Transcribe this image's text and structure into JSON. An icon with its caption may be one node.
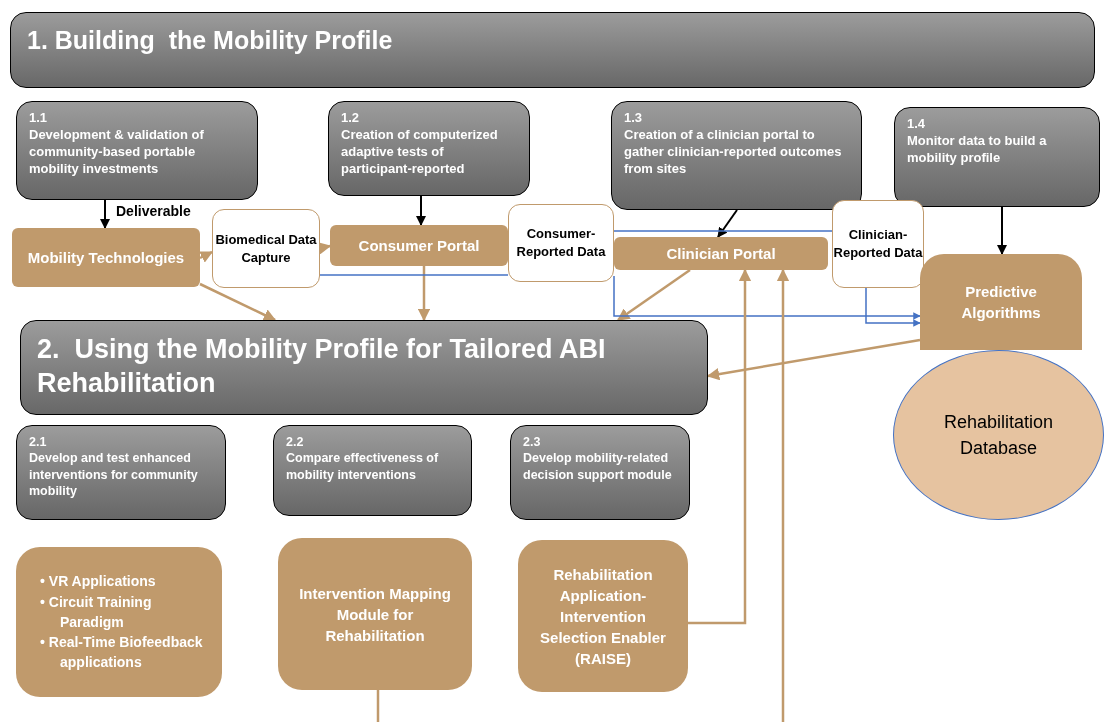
{
  "diagram": {
    "nodes": [
      {
        "text": [
          "1. Building  the Mobility Profile"
        ]
      },
      {
        "text": [
          "1.1",
          "Development & validation of community-based portable mobility investments"
        ]
      },
      {
        "text": [
          "1.2",
          "Creation of computerized adaptive tests of participant-reported"
        ]
      },
      {
        "text": [
          "1.3",
          "Creation of a clinician portal to gather clinician-reported outcomes from sites"
        ]
      },
      {
        "text": [
          "1.4",
          "Monitor data to build a mobility profile"
        ]
      },
      {
        "text": [
          "Mobility Technologies"
        ]
      },
      {
        "text": [
          "Biomedical Data Capture"
        ]
      },
      {
        "text": [
          "Consumer Portal"
        ]
      },
      {
        "text": [
          "Consumer-Reported Data"
        ]
      },
      {
        "text": [
          "Clinician Portal"
        ]
      },
      {
        "text": [
          "Clinician-Reported Data"
        ]
      },
      {
        "text": [
          "Predictive Algorithms"
        ]
      },
      {
        "text": [
          "Rehabilitation Database"
        ]
      },
      {
        "text": [
          "2.  Using the Mobility Profile for Tailored ABI Rehabilitation"
        ]
      },
      {
        "text": [
          "2.1",
          "Develop and test enhanced  interventions for community mobility"
        ]
      },
      {
        "text": [
          "2.2",
          "Compare effectiveness of mobility interventions"
        ]
      },
      {
        "text": [
          "2.3",
          "Develop mobility-related decision support module"
        ]
      },
      {
        "text": [
          "• VR Applications",
          "• Circuit Training Paradigm",
          "• Real-Time Biofeedback applications"
        ]
      },
      {
        "text": [
          "Intervention Mapping Module for Rehabilitation"
        ]
      },
      {
        "text": [
          "Rehabilitation Application-Intervention Selection Enabler (RAISE)"
        ]
      }
    ],
    "edges": [
      {
        "from": 1,
        "to": 5,
        "arrow": "to",
        "label": "Deliverable",
        "color": "#000000"
      },
      {
        "from": 2,
        "to": 7,
        "arrow": "to",
        "color": "#000000"
      },
      {
        "from": 3,
        "to": 9,
        "arrow": "to",
        "color": "#000000"
      },
      {
        "from": 4,
        "to": 11,
        "arrow": "to",
        "color": "#000000"
      },
      {
        "from": 5,
        "to": 6,
        "arrow": "to"
      },
      {
        "from": 6,
        "to": 7,
        "arrow": "to"
      },
      {
        "from": 5,
        "to": 13,
        "arrow": "to"
      },
      {
        "from": 7,
        "to": 13,
        "arrow": "to"
      },
      {
        "from": 9,
        "to": 13,
        "arrow": "to"
      },
      {
        "from": 11,
        "to": 13,
        "arrow": "to"
      },
      {
        "from": 6,
        "to": 8,
        "arrow": "none",
        "color": "#4472c4"
      },
      {
        "from": 8,
        "to": 11,
        "arrow": "to",
        "color": "#4472c4"
      },
      {
        "from": 8,
        "to": 10,
        "arrow": "none",
        "color": "#4472c4"
      },
      {
        "from": 10,
        "to": 11,
        "arrow": "to",
        "color": "#4472c4"
      },
      {
        "from": 19,
        "to": 9,
        "arrow": "to"
      },
      {
        "from": null,
        "to": 9,
        "arrow": "to"
      },
      {
        "from": 18,
        "to": null,
        "arrow": "none"
      }
    ]
  }
}
